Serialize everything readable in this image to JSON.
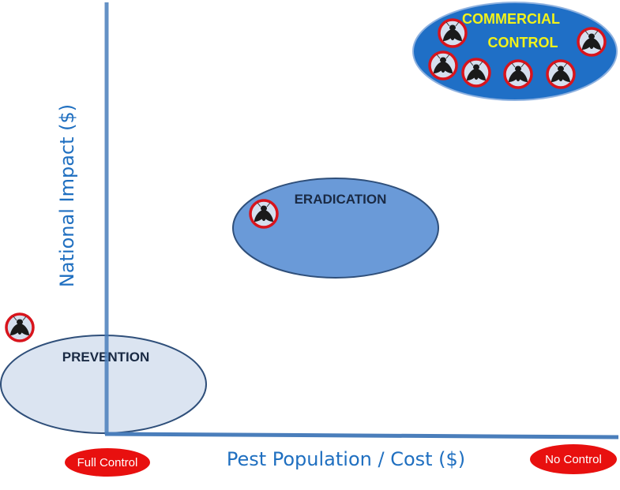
{
  "x_axis_label": "Pest Population / Cost ($)",
  "y_axis_label": "National Impact ($)",
  "x_axis_ends": {
    "left": "Full Control",
    "right": "No Control"
  },
  "regions": {
    "prevention": {
      "label": "PREVENTION",
      "flies_outside": 1
    },
    "eradication": {
      "label": "ERADICATION",
      "flies": 1
    },
    "commercial": {
      "label_line1": "COMMERCIAL",
      "label_line2": "CONTROL",
      "flies": 6
    }
  },
  "icons": {
    "pest": "fly-in-red-circle-icon"
  },
  "colors": {
    "axis": "#4a7ebb",
    "axis_text": "#1f6fc0",
    "prevention_fill": "#dbe4f1",
    "eradication_fill": "#6a9ad8",
    "commercial_fill": "#1f6fc6",
    "commercial_text": "#f2f21a",
    "pill": "#e8100f",
    "ellipse_stroke": "#2f4f7a"
  }
}
